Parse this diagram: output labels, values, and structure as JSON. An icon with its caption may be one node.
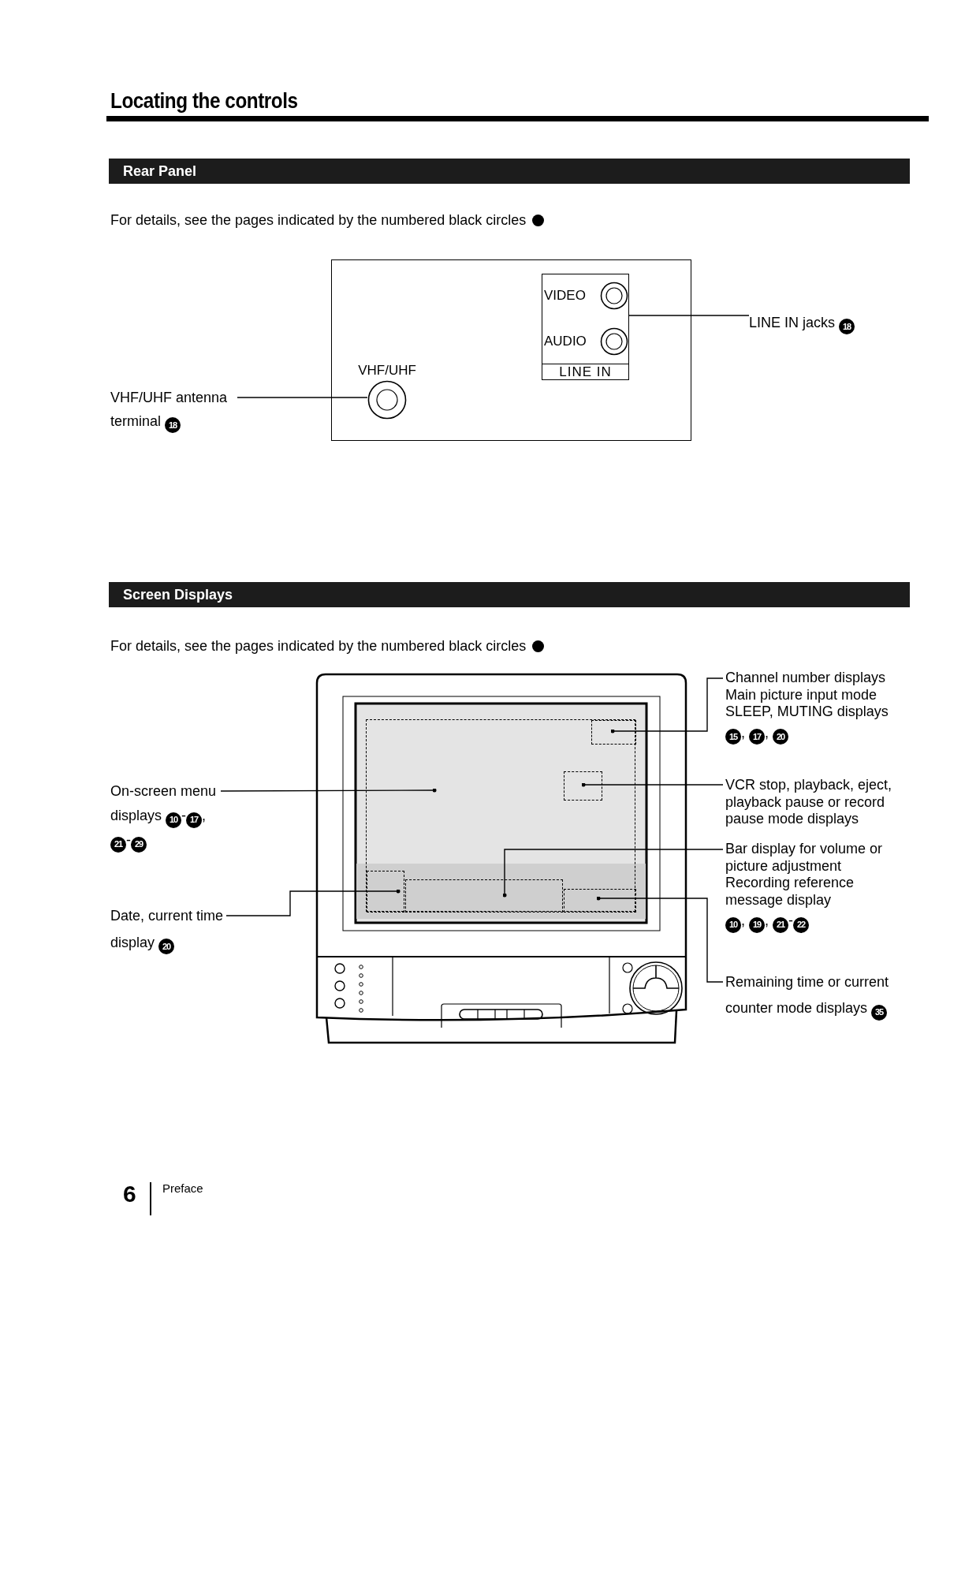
{
  "diagram": {
    "title": "Locating the controls",
    "nodes": [
      {
        "text": [],
        "shape": "box"
      },
      {
        "text": [
          "LINE IN"
        ],
        "in": 0
      },
      {
        "text": [
          "VIDEO"
        ],
        "in": 1
      },
      {
        "text": [
          "AUDIO"
        ],
        "in": 1
      },
      {
        "text": [
          "VHF/UHF"
        ],
        "in": 0
      },
      {
        "text": [
          "LINE IN jacks 18"
        ]
      },
      {
        "text": [
          "VHF/UHF antenna terminal 18"
        ]
      },
      {
        "text": [],
        "shape": "box"
      },
      {
        "text": [],
        "shape": "box",
        "in": 7
      },
      {
        "text": [],
        "shape": "box",
        "in": 7
      },
      {
        "text": [],
        "shape": "box",
        "in": 7
      },
      {
        "text": [],
        "shape": "box",
        "in": 7
      },
      {
        "text": [],
        "shape": "box",
        "in": 7
      },
      {
        "text": [
          "On-screen menu displays 10-17, 21-29"
        ]
      },
      {
        "text": [
          "Date, current time display 20"
        ]
      },
      {
        "text": [
          "Channel number displays",
          "Main picture input mode",
          "SLEEP, MUTING displays",
          "15, 17, 20"
        ]
      },
      {
        "text": [
          "VCR stop, playback, eject, playback pause or record pause mode displays"
        ]
      },
      {
        "text": [
          "Bar display for volume or picture adjustment",
          "Recording reference message display",
          "10, 19, 21-22"
        ]
      },
      {
        "text": [
          "Remaining time or current counter mode displays 35"
        ]
      }
    ],
    "edges": [
      {
        "from": 5,
        "to": 1,
        "arrow": "none"
      },
      {
        "from": 6,
        "to": 4,
        "arrow": "none"
      },
      {
        "from": 13,
        "to": 7,
        "arrow": "other"
      },
      {
        "from": 14,
        "to": 10,
        "arrow": "other"
      },
      {
        "from": 15,
        "to": 8,
        "arrow": "other"
      },
      {
        "from": 16,
        "to": 9,
        "arrow": "other"
      },
      {
        "from": 17,
        "to": 11,
        "arrow": "other"
      },
      {
        "from": 18,
        "to": 12,
        "arrow": "other"
      }
    ],
    "labels": [
      "Rear Panel",
      "For details, see the pages indicated by the numbered black circles",
      "Screen Displays",
      "For details, see the pages indicated by the numbered black circles",
      "6",
      "Preface"
    ]
  }
}
